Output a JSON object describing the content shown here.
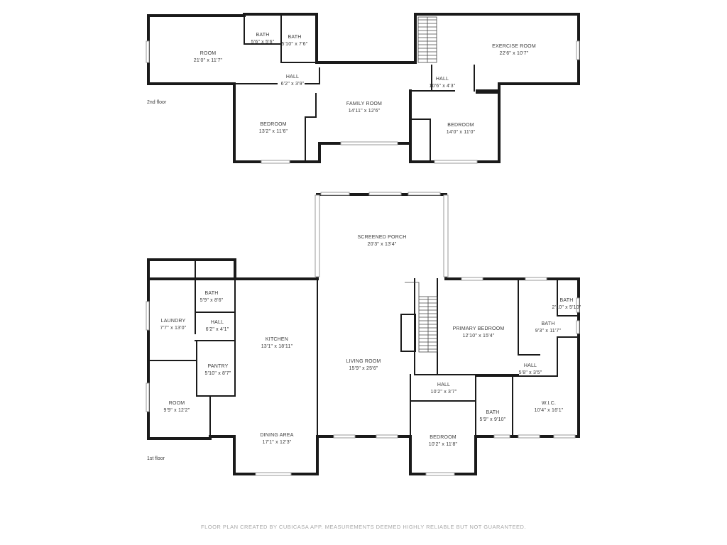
{
  "floor_plan": {
    "second_floor": {
      "label": "2nd floor",
      "rooms": [
        {
          "name": "ROOM",
          "dims": "21'0\" x 11'7\""
        },
        {
          "name": "BATH",
          "dims": "5'6\" x 5'6\""
        },
        {
          "name": "BATH",
          "dims": "5'10\" x 7'6\""
        },
        {
          "name": "HALL",
          "dims": "6'2\" x 3'9\""
        },
        {
          "name": "FAMILY ROOM",
          "dims": "14'11\" x 12'6\""
        },
        {
          "name": "HALL",
          "dims": "10'6\" x 4'3\""
        },
        {
          "name": "EXERCISE ROOM",
          "dims": "22'6\" x 10'7\""
        },
        {
          "name": "BEDROOM",
          "dims": "13'2\" x 11'6\""
        },
        {
          "name": "BEDROOM",
          "dims": "14'0\" x 11'0\""
        }
      ]
    },
    "first_floor": {
      "label": "1st floor",
      "rooms": [
        {
          "name": "SCREENED PORCH",
          "dims": "20'3\" x 13'4\""
        },
        {
          "name": "BATH",
          "dims": "5'9\" x 8'6\""
        },
        {
          "name": "LAUNDRY",
          "dims": "7'7\" x 13'0\""
        },
        {
          "name": "HALL",
          "dims": "6'2\" x 4'1\""
        },
        {
          "name": "KITCHEN",
          "dims": "13'1\" x 18'11\""
        },
        {
          "name": "PANTRY",
          "dims": "5'10\" x 8'7\""
        },
        {
          "name": "ROOM",
          "dims": "9'9\" x 12'2\""
        },
        {
          "name": "DINING AREA",
          "dims": "17'1\" x 12'3\""
        },
        {
          "name": "LIVING ROOM",
          "dims": "15'9\" x 25'6\""
        },
        {
          "name": "PRIMARY BEDROOM",
          "dims": "12'10\" x 15'4\""
        },
        {
          "name": "BATH",
          "dims": "9'3\" x 11'7\""
        },
        {
          "name": "BATH",
          "dims": "2'10\" x 5'10\""
        },
        {
          "name": "HALL",
          "dims": "5'8\" x 3'5\""
        },
        {
          "name": "HALL",
          "dims": "10'2\" x 3'7\""
        },
        {
          "name": "W.I.C.",
          "dims": "10'4\" x 16'1\""
        },
        {
          "name": "BATH",
          "dims": "5'9\" x 9'10\""
        },
        {
          "name": "BEDROOM",
          "dims": "10'2\" x 11'8\""
        }
      ]
    },
    "footer": "FLOOR PLAN CREATED BY CUBICASA APP. MEASUREMENTS DEEMED HIGHLY RELIABLE BUT NOT GUARANTEED.",
    "colors": {
      "wall": "#1a1a1a",
      "window": "#9a9a9a",
      "text": "#3a3a3a",
      "footer": "#a9a9a9"
    }
  }
}
